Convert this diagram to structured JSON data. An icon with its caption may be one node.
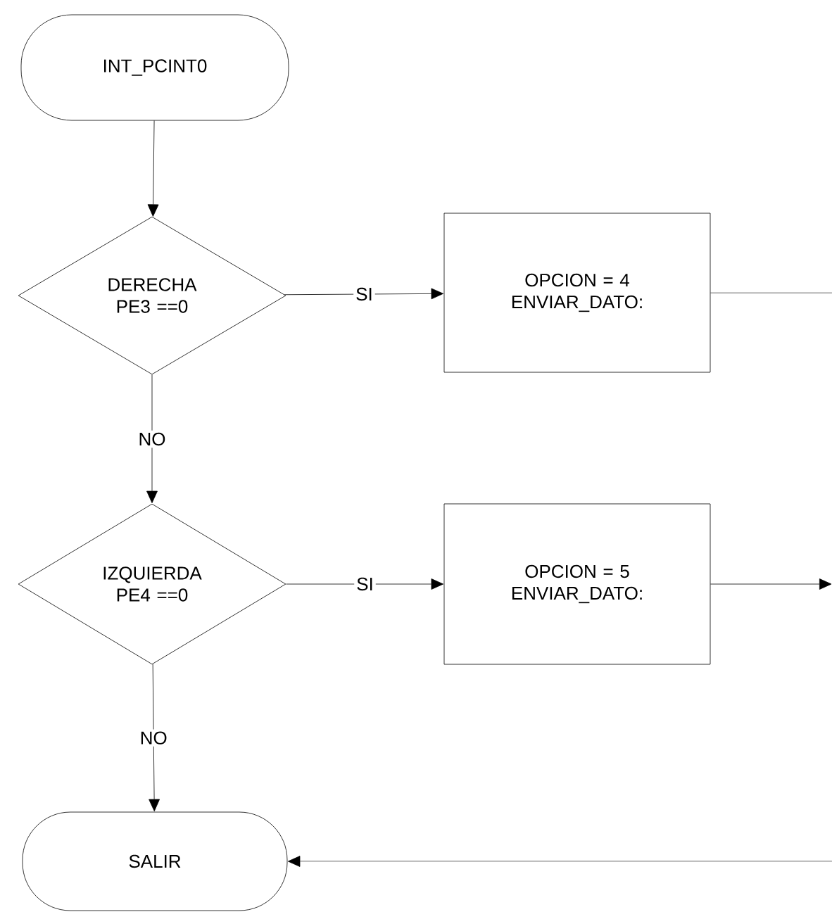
{
  "diagram": {
    "nodes": [
      {
        "text": [
          "INT_PCINT0"
        ]
      },
      {
        "text": [
          "DERECHA PE3 ==0"
        ]
      },
      {
        "text": [
          "OPCION = 4 ENVIAR_DATO:"
        ]
      },
      {
        "text": [
          "IZQUIERDA PE4 ==0"
        ]
      },
      {
        "text": [
          "OPCION = 5 ENVIAR_DATO:"
        ]
      },
      {
        "text": [
          "SALIR"
        ]
      }
    ],
    "edges": [
      {
        "from": 0,
        "to": 1,
        "arrow": "to"
      },
      {
        "from": 1,
        "to": 2,
        "arrow": "to",
        "label": "SI"
      },
      {
        "from": 1,
        "to": 3,
        "arrow": "to",
        "label": "NO"
      },
      {
        "from": 3,
        "to": 4,
        "arrow": "to",
        "label": "SI"
      },
      {
        "from": 3,
        "to": 5,
        "arrow": "to",
        "label": "NO"
      },
      {
        "from": 2,
        "to": null,
        "arrow": "none"
      },
      {
        "from": 4,
        "to": null,
        "arrow": "to"
      },
      {
        "from": null,
        "to": 5,
        "arrow": "to"
      }
    ]
  }
}
